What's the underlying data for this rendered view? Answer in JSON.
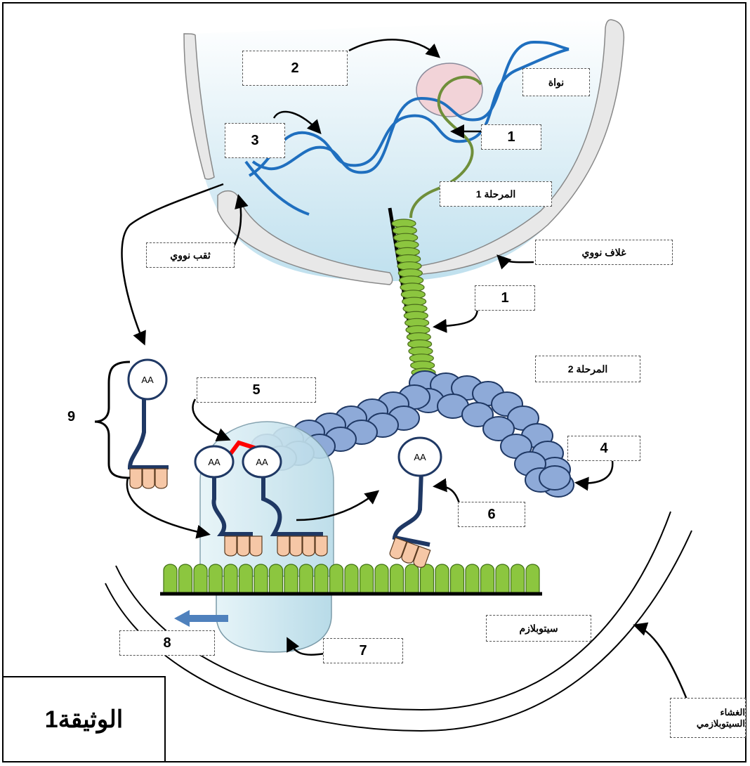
{
  "document_title": "الوثيقة1",
  "labels": {
    "nucleus": "نواة",
    "nuclear_pore": "ثقب نووي",
    "nuclear_envelope": "غلاف نووي",
    "stage1": "المرحلة 1",
    "stage2": "المرحلة 2",
    "cytoplasm": "سيتوبلازم",
    "cell_membrane": "الغشاء السيتوبلازمي",
    "box_1_top": "1",
    "box_1_mid": "1",
    "box_2": "2",
    "box_3": "3",
    "box_4": "4",
    "box_5": "5",
    "box_6": "6",
    "box_7": "7",
    "box_8": "8",
    "box_9": "9",
    "amino_acid": "AA"
  },
  "colors": {
    "nucleoplasm": "#cfe6f2",
    "dna": "#1f6fbf",
    "mrna": "#6f8f3a",
    "ribosome_coil": "#8cc63f",
    "polypeptide": "#8eaad8",
    "trna": "#1f3864",
    "anticodon": "#f6c7a6",
    "peptide_bond": "#ff0000",
    "ribosome": "#cfe8f0",
    "mrna_codons": "#8cc63f",
    "nucleolus": "#f2d3d8",
    "direction_arrow": "#4f81bd"
  }
}
